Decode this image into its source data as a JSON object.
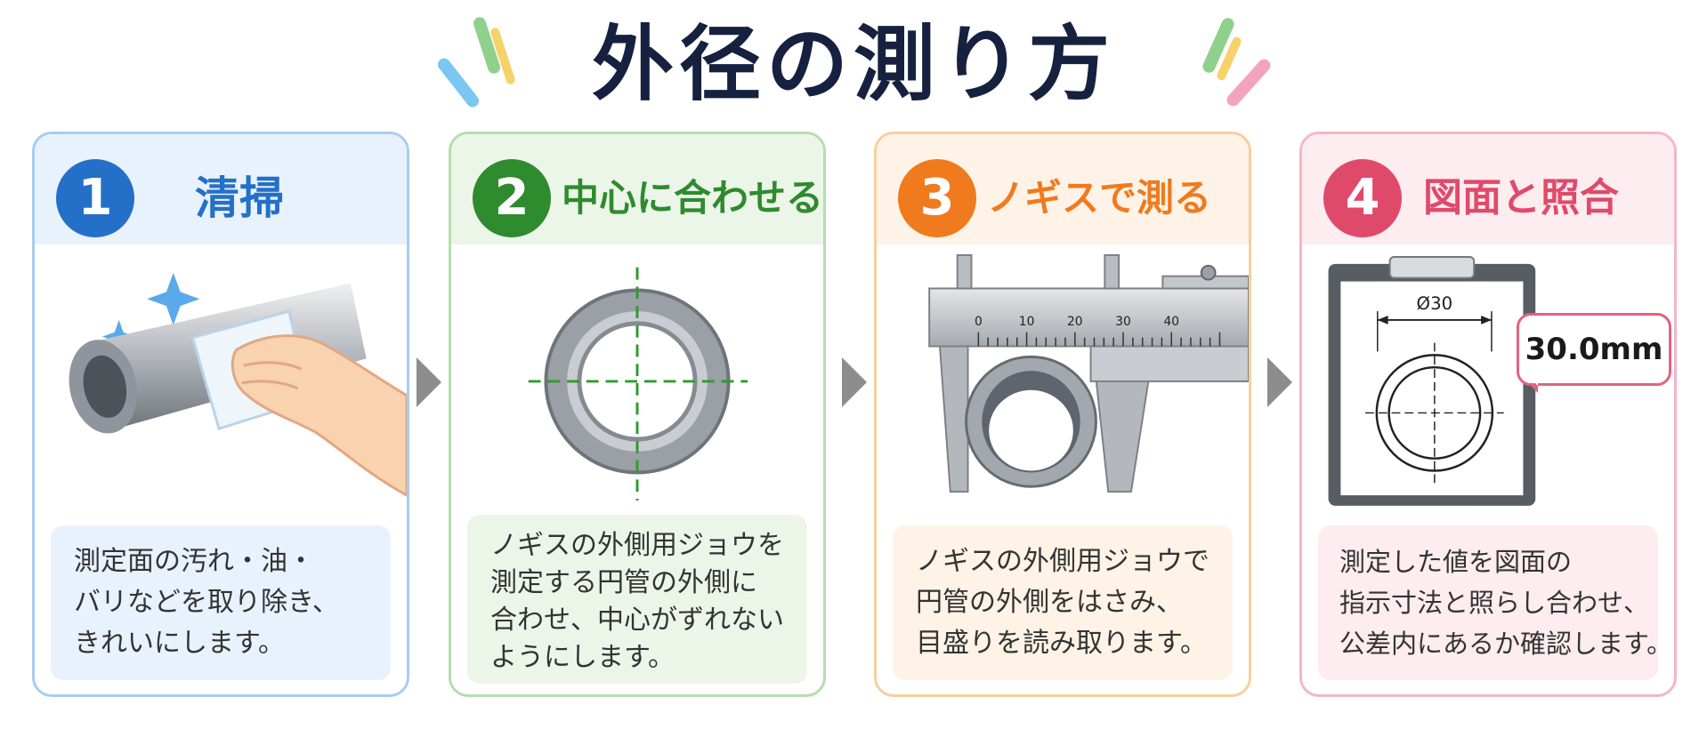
{
  "page": {
    "title": "外径の測り方"
  },
  "colors": {
    "title": "#16213f",
    "step1": "#2470c8",
    "step2": "#2e8b2e",
    "step3": "#f07a1e",
    "step4": "#e04a6a",
    "arrow": "#8d8d8d"
  },
  "steps": [
    {
      "number": "1",
      "label": "清掃",
      "lines": [
        "測定面の汚れ・油・",
        "バリなどを取り除き、",
        "きれいにします。"
      ]
    },
    {
      "number": "2",
      "label": "中心に合わせる",
      "lines": [
        "ノギスの外側用ジョウを",
        "測定する円管の外側に",
        "合わせ、中心がずれない",
        "ようにします。"
      ]
    },
    {
      "number": "3",
      "label": "ノギスで測る",
      "lines": [
        "ノギスの外側用ジョウで",
        "円管の外側をはさみ、",
        "目盛りを読み取ります。"
      ]
    },
    {
      "number": "4",
      "label": "図面と照合",
      "lines": [
        "測定した値を図面の",
        "指示寸法と照らし合わせ、",
        "公差内にあるか確認します。"
      ]
    }
  ],
  "caliper": {
    "scale": [
      "0",
      "10",
      "20",
      "30",
      "40"
    ]
  },
  "drawing": {
    "dimension": "Ø30"
  },
  "bubble": {
    "value": "30.0mm"
  },
  "icons": [
    "sparkle-icon",
    "pipe-icon",
    "cloth-icon",
    "hand-icon",
    "ring-icon",
    "crosshair-icon",
    "caliper-icon",
    "clipboard-icon",
    "arrow-right-icon"
  ]
}
